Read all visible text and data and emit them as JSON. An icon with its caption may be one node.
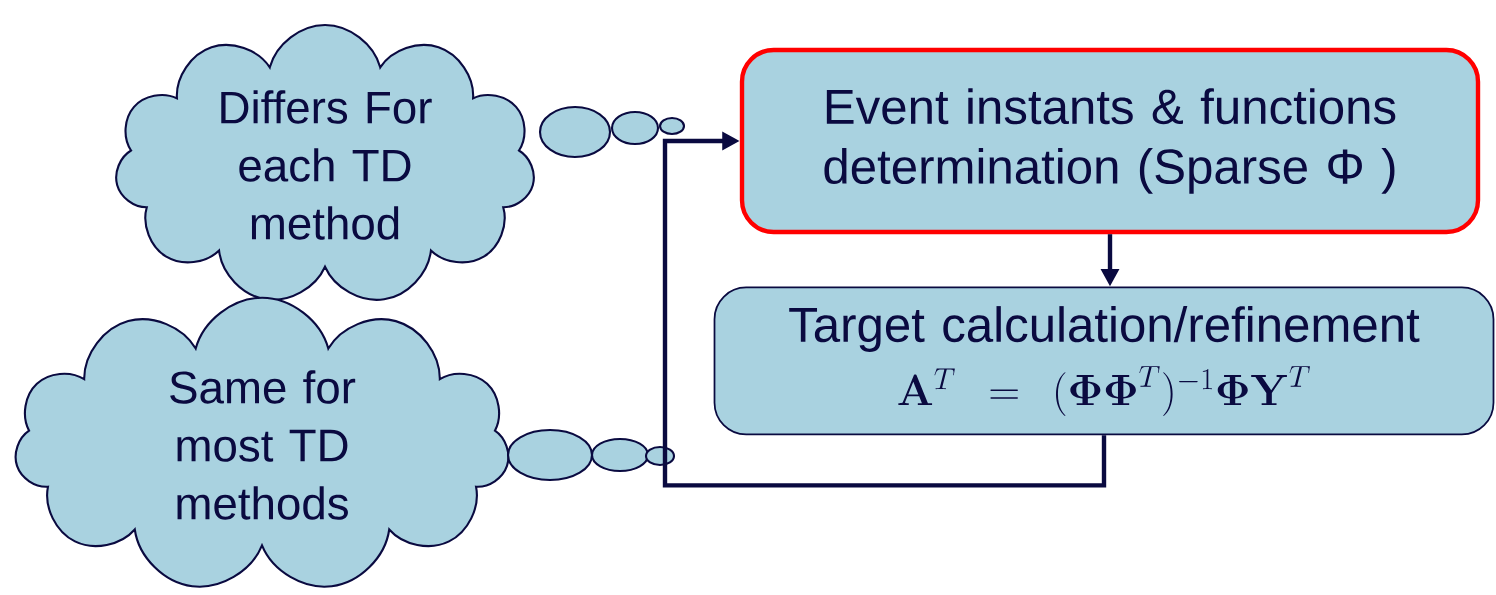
{
  "diagram": {
    "nodes": [
      {
        "text": [
          "Differs For each TD method"
        ]
      },
      {
        "text": [
          "Same for most TD methods"
        ]
      },
      {
        "text": [
          "Event instants & functions determination (Sparse Φ )"
        ]
      },
      {
        "text": [
          "Target calculation/refinement",
          "\\mathbf{A}^{T}=(\\mathbf{\\Phi\\Phi}^{T})^{-1}\\mathbf{\\Phi Y}^{T}"
        ]
      }
    ],
    "edges": [
      {
        "from": 2,
        "to": 3,
        "arrow": "to"
      },
      {
        "from": 3,
        "to": 2,
        "arrow": "to"
      }
    ]
  }
}
